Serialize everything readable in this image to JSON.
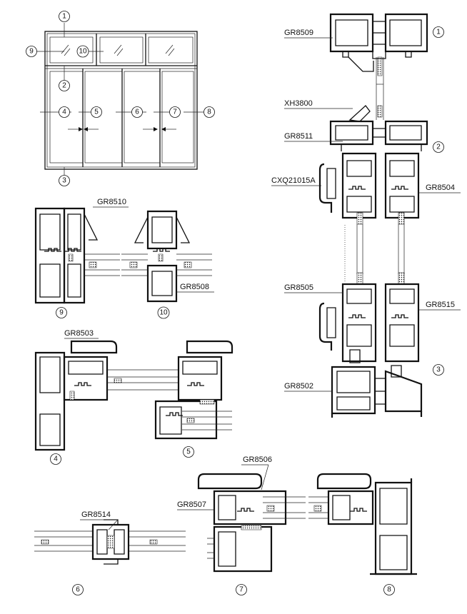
{
  "markers": [
    "1",
    "2",
    "3",
    "4",
    "5",
    "6",
    "7",
    "8",
    "9",
    "10"
  ],
  "labels": {
    "gr8509": "GR8509",
    "xh3800": "XH3800",
    "gr8511": "GR8511",
    "cxq21015a": "CXQ21015A",
    "gr8504": "GR8504",
    "gr8505": "GR8505",
    "gr8515": "GR8515",
    "gr8502": "GR8502",
    "gr8510": "GR8510",
    "gr8508": "GR8508",
    "gr8503": "GR8503",
    "gr8506": "GR8506",
    "gr8507": "GR8507",
    "gr8514": "GR8514"
  },
  "colors": {
    "line": "#111111",
    "background": "#ffffff"
  }
}
